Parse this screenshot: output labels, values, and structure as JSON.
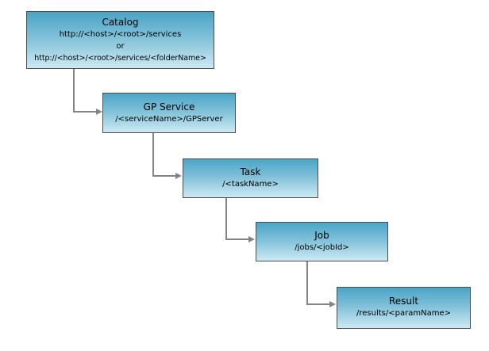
{
  "diagram": {
    "type": "hierarchy-flow",
    "nodes": [
      {
        "id": "catalog",
        "title": "Catalog",
        "lines": [
          "http://<host>/<root>/services",
          "or",
          "http://<host>/<root>/services/<folderName>"
        ]
      },
      {
        "id": "gp-service",
        "title": "GP Service",
        "lines": [
          "/<serviceName>/GPServer"
        ]
      },
      {
        "id": "task",
        "title": "Task",
        "lines": [
          "/<taskName>"
        ]
      },
      {
        "id": "job",
        "title": "Job",
        "lines": [
          "/jobs/<jobId>"
        ]
      },
      {
        "id": "result",
        "title": "Result",
        "lines": [
          "/results/<paramName>"
        ]
      }
    ],
    "connections": [
      {
        "from": "catalog",
        "to": "gp-service"
      },
      {
        "from": "gp-service",
        "to": "task"
      },
      {
        "from": "task",
        "to": "job"
      },
      {
        "from": "job",
        "to": "result"
      }
    ],
    "colors": {
      "box_gradient_top": "#4aa4c7",
      "box_gradient_bottom": "#cde9f2",
      "box_border": "#4e4e4e",
      "connector": "#848484",
      "text": "#000000",
      "background": "#ffffff"
    }
  }
}
